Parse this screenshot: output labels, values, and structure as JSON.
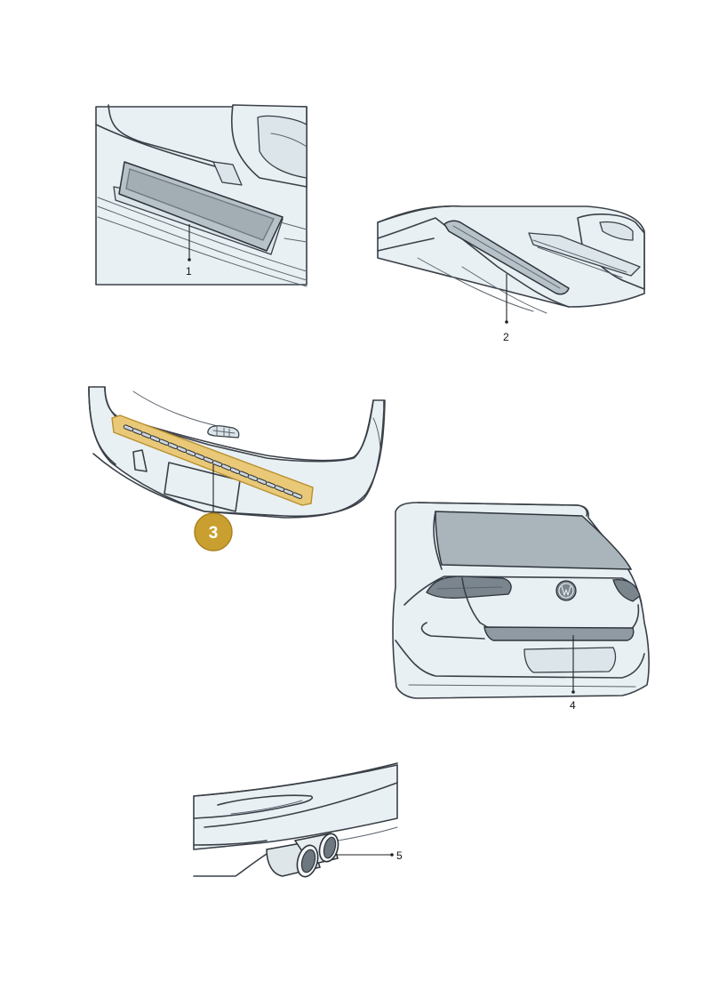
{
  "callouts": {
    "c1": "1",
    "c2": "2",
    "c3": "3",
    "c4": "4",
    "c5": "5"
  },
  "highlight": {
    "selected_callout": "3",
    "badge_color": "#c9a030",
    "part_highlight_color": "#e9c978"
  },
  "icons": {
    "brand_emblem": "vw-logo-icon"
  }
}
